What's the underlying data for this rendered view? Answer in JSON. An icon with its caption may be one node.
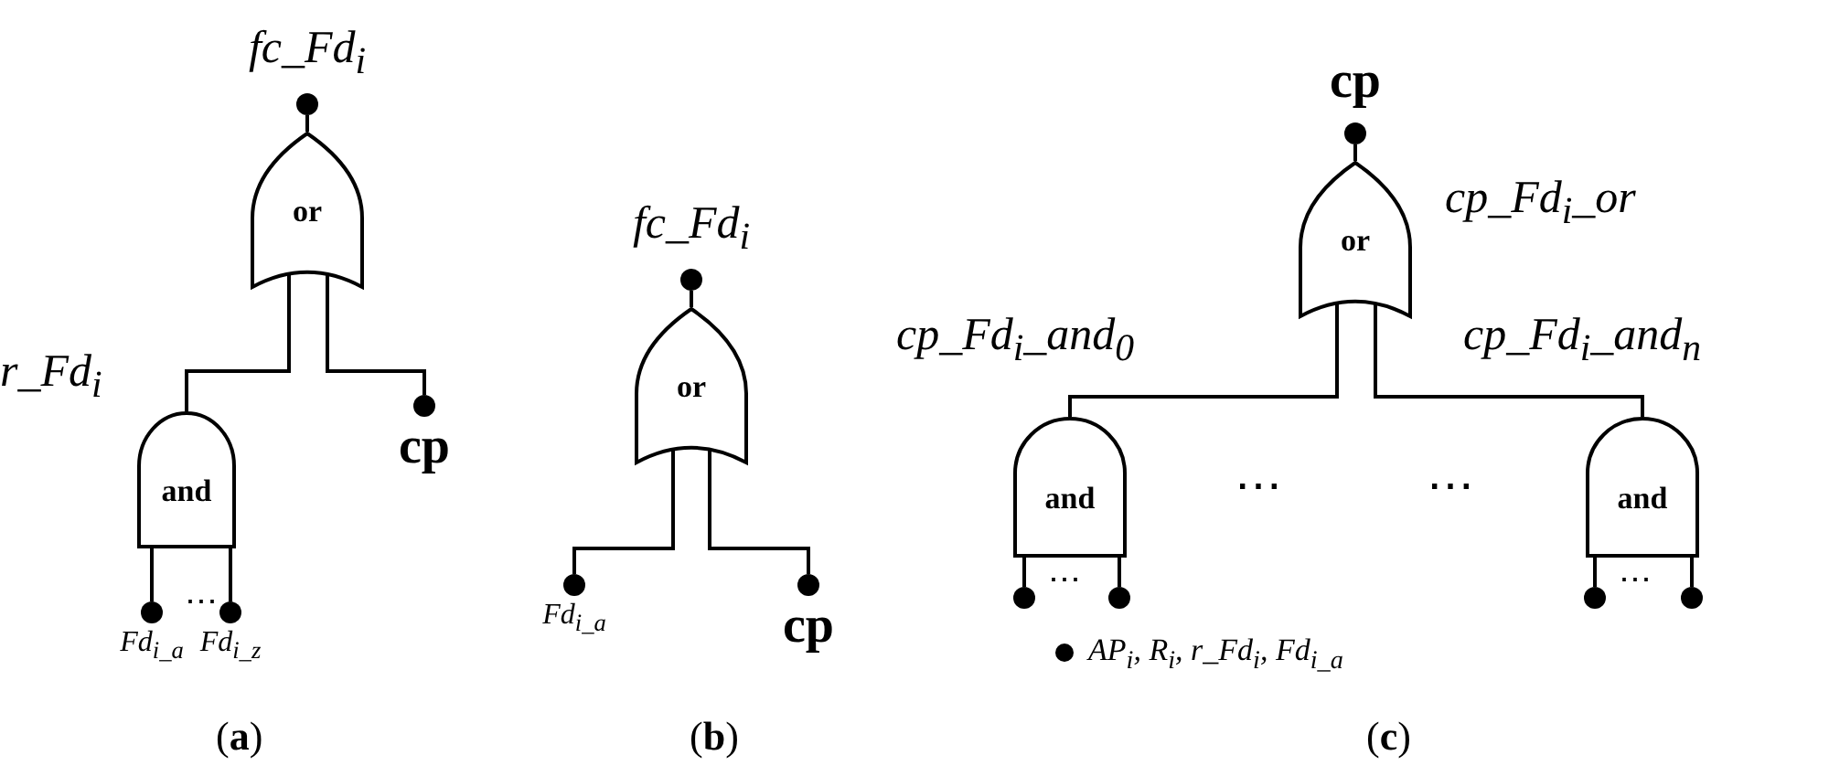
{
  "diagram": {
    "nodes": [
      {
        "text": [
          "fc_Fd$_{i}$"
        ]
      },
      {
        "text": [
          "or"
        ]
      },
      {
        "text": [
          "and"
        ],
        "beside": [
          "r_Fd$_{i}$"
        ]
      },
      {
        "text": [
          "Fd$_{i_a}$"
        ]
      },
      {
        "text": [
          "Fd$_{i_z}$"
        ]
      },
      {
        "text": [
          "cp"
        ]
      },
      {
        "text": [
          "fc_Fd$_{i}$"
        ]
      },
      {
        "text": [
          "or"
        ]
      },
      {
        "text": [
          "Fd$_{i_a}$"
        ]
      },
      {
        "text": [
          "cp"
        ]
      },
      {
        "text": [
          "cp"
        ]
      },
      {
        "text": [
          "or"
        ],
        "beside": [
          "cp_Fd$_{i}$_or"
        ]
      },
      {
        "text": [
          "and"
        ],
        "beside": [
          "cp_Fd$_{i}$_and$_{0}$"
        ]
      },
      {
        "text": [
          "and"
        ],
        "beside": [
          "cp_Fd$_{i}$_and$_{n}$"
        ]
      },
      {
        "text": [],
        "shape": "circle"
      },
      {
        "text": [],
        "shape": "circle"
      },
      {
        "text": [],
        "shape": "circle"
      },
      {
        "text": [],
        "shape": "circle"
      }
    ],
    "edges": [
      {
        "from": 1,
        "to": 0,
        "arrow": "none"
      },
      {
        "from": 2,
        "to": 1,
        "arrow": "none"
      },
      {
        "from": 5,
        "to": 1,
        "arrow": "none"
      },
      {
        "from": 3,
        "to": 2,
        "arrow": "none"
      },
      {
        "from": 4,
        "to": 2,
        "arrow": "none"
      },
      {
        "from": 7,
        "to": 6,
        "arrow": "none"
      },
      {
        "from": 8,
        "to": 7,
        "arrow": "none"
      },
      {
        "from": 9,
        "to": 7,
        "arrow": "none"
      },
      {
        "from": 11,
        "to": 10,
        "arrow": "none"
      },
      {
        "from": 12,
        "to": 11,
        "arrow": "none"
      },
      {
        "from": 13,
        "to": 11,
        "arrow": "none"
      },
      {
        "from": 14,
        "to": 12,
        "arrow": "none"
      },
      {
        "from": 15,
        "to": 12,
        "arrow": "none"
      },
      {
        "from": 16,
        "to": 13,
        "arrow": "none"
      },
      {
        "from": 17,
        "to": 13,
        "arrow": "none"
      }
    ],
    "labels": [
      "⋯",
      "⋯",
      "⋯",
      "⋯",
      "⋯",
      "(**a**)",
      "(**b**)",
      "(**c**)"
    ],
    "legend": [
      {
        "text": "AP$_{i}$, R$_{i}$, r_Fd$_{i}$, Fd$_{i_a}$"
      }
    ]
  }
}
